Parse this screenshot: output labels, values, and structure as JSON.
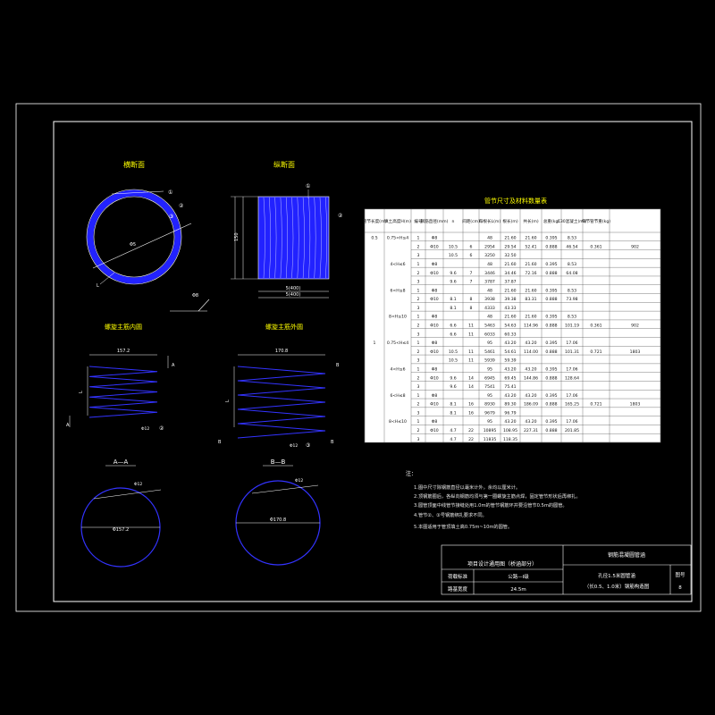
{
  "views": {
    "cross_section": {
      "title": "横断面",
      "dia": "Φ5",
      "callouts": [
        "①",
        "②",
        "③"
      ],
      "r_label": "L"
    },
    "long_section": {
      "title": "纵断面",
      "callout": "①",
      "dim_width": "5(400)",
      "dim_total": "5(400)",
      "dim_left": "150"
    },
    "inner_spiral": {
      "title": "螺旋主筋内圆",
      "dim_top": "157.2",
      "section_a": "A",
      "callout": "②",
      "label_l": "L"
    },
    "outer_spiral": {
      "title": "螺旋主筋外圆",
      "dim_top": "170.8",
      "section_b": "B",
      "callout": "③",
      "label_l": "L"
    },
    "section_aa": {
      "title": "A—A",
      "dia": "Φ157.2",
      "mark": "Φ12"
    },
    "section_bb": {
      "title": "B—B",
      "dia": "Φ170.8",
      "mark": "Φ12"
    },
    "weld_mark": "Φ8"
  },
  "table": {
    "title": "管节尺寸及材料数量表",
    "headers": [
      "管节长度(m)",
      "填土高度H(m)",
      "编号",
      "钢筋直径(mm)",
      "n",
      "间距(cm)",
      "每根长L(m)",
      "根长(m)",
      "共长(m)",
      "总重(kg)",
      "C30混凝土(m³)",
      "每节管节重(kg)"
    ],
    "rows": [
      [
        "0.5",
        "0.75<H≤4",
        "1",
        "Φ8",
        "",
        "",
        "48",
        "21.60",
        "21.60",
        "0.395",
        "8.53",
        "",
        ""
      ],
      [
        "",
        "",
        "2",
        "Φ10",
        "10.5",
        "6",
        "2954",
        "29.54",
        "52.41",
        "0.888",
        "46.54",
        "0.361",
        "902"
      ],
      [
        "",
        "",
        "3",
        "",
        "10.5",
        "6",
        "3250",
        "32.50",
        "",
        "",
        "",
        "",
        ""
      ],
      [
        "",
        "4<H≤6",
        "1",
        "Φ8",
        "",
        "",
        "48",
        "21.60",
        "21.60",
        "0.395",
        "8.53",
        "",
        ""
      ],
      [
        "",
        "",
        "2",
        "Φ10",
        "9.6",
        "7",
        "3446",
        "34.46",
        "72.16",
        "0.888",
        "64.08",
        "",
        ""
      ],
      [
        "",
        "",
        "3",
        "",
        "9.6",
        "7",
        "3787",
        "37.87",
        "",
        "",
        "",
        "",
        ""
      ],
      [
        "",
        "6<H≤8",
        "1",
        "Φ8",
        "",
        "",
        "48",
        "21.60",
        "21.60",
        "0.395",
        "8.53",
        "",
        ""
      ],
      [
        "",
        "",
        "2",
        "Φ10",
        "8.1",
        "8",
        "3938",
        "39.38",
        "83.31",
        "0.888",
        "73.98",
        "",
        ""
      ],
      [
        "",
        "",
        "3",
        "",
        "8.1",
        "8",
        "4333",
        "43.33",
        "",
        "",
        "",
        "",
        ""
      ],
      [
        "",
        "8<H≤10",
        "1",
        "Φ8",
        "",
        "",
        "48",
        "21.60",
        "21.60",
        "0.395",
        "8.53",
        "",
        ""
      ],
      [
        "",
        "",
        "2",
        "Φ10",
        "6.6",
        "11",
        "5463",
        "54.63",
        "114.96",
        "0.888",
        "101.19",
        "0.361",
        "902"
      ],
      [
        "",
        "",
        "3",
        "",
        "6.6",
        "11",
        "6033",
        "60.33",
        "",
        "",
        "",
        "",
        ""
      ],
      [
        "1",
        "0.75<H≤4",
        "1",
        "Φ8",
        "",
        "",
        "95",
        "43.20",
        "43.20",
        "0.395",
        "17.06",
        "",
        ""
      ],
      [
        "",
        "",
        "2",
        "Φ10",
        "10.5",
        "11",
        "5461",
        "54.61",
        "114.00",
        "0.888",
        "101.31",
        "0.721",
        "1803"
      ],
      [
        "",
        "",
        "3",
        "",
        "10.5",
        "11",
        "5939",
        "59.39",
        "",
        "",
        "",
        "",
        ""
      ],
      [
        "",
        "4<H≤6",
        "1",
        "Φ8",
        "",
        "",
        "95",
        "43.20",
        "43.20",
        "0.395",
        "17.06",
        "",
        ""
      ],
      [
        "",
        "",
        "2",
        "Φ10",
        "9.6",
        "14",
        "6945",
        "69.45",
        "144.86",
        "0.888",
        "128.64",
        "",
        ""
      ],
      [
        "",
        "",
        "3",
        "",
        "9.6",
        "14",
        "7541",
        "75.41",
        "",
        "",
        "",
        "",
        ""
      ],
      [
        "",
        "6<H≤8",
        "1",
        "Φ8",
        "",
        "",
        "95",
        "43.20",
        "43.20",
        "0.395",
        "17.06",
        "",
        ""
      ],
      [
        "",
        "",
        "2",
        "Φ10",
        "8.1",
        "16",
        "8930",
        "89.30",
        "186.09",
        "0.888",
        "165.25",
        "0.721",
        "1803"
      ],
      [
        "",
        "",
        "3",
        "",
        "8.1",
        "16",
        "9679",
        "96.79",
        "",
        "",
        "",
        "",
        ""
      ],
      [
        "",
        "8<H≤10",
        "1",
        "Φ8",
        "",
        "",
        "95",
        "43.20",
        "43.20",
        "0.395",
        "17.06",
        "",
        ""
      ],
      [
        "",
        "",
        "2",
        "Φ10",
        "4.7",
        "22",
        "10895",
        "108.95",
        "227.31",
        "0.888",
        "201.85",
        "",
        ""
      ],
      [
        "",
        "",
        "3",
        "",
        "4.7",
        "22",
        "11835",
        "118.35",
        "",
        "",
        "",
        "",
        ""
      ]
    ]
  },
  "notes": {
    "title": "注：",
    "items": [
      "1.图中尺寸除钢筋直径以毫米计外，余均以厘米计。",
      "2.顶钢筋圈后，各纵向钢筋均须与第一圈螺旋主筋点焊，固定管节形状后再绑扎。",
      "3.圆管顶面中线管节接缝处用1.0m的管节钢筋环并要沿管节0.5m的圆管。",
      "4.管节②、③号钢筋绑扎要求不同。",
      "5.本图适用于管顶填土高0.75m~10m的圆管。"
    ]
  },
  "title_block": {
    "project": "项目设计通用图（桥涵部分）",
    "drawing_name": "钢筋混凝圆管涵",
    "design_load_label": "荷载标准",
    "design_load_value": "公路—I级",
    "road_width_label": "路基宽度",
    "road_width_value": "24.5m",
    "subtitle_1": "孔径1.5米圆管涵",
    "subtitle_2": "（长0.5、1.0米）钢筋构造图",
    "sheet_label": "图号",
    "sheet_no": "8"
  }
}
